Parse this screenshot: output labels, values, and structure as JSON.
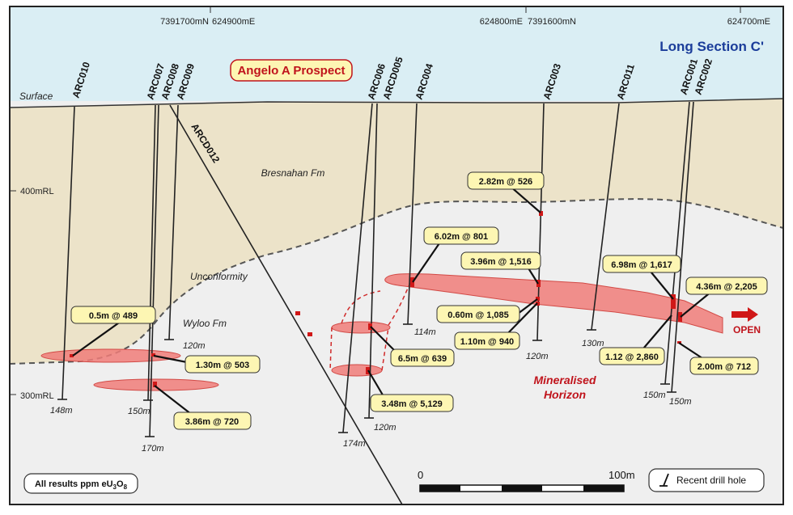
{
  "header": {
    "coords": [
      {
        "text": "7391700mN"
      },
      {
        "text": "624900mE"
      },
      {
        "text": "624800mE"
      },
      {
        "text": "7391600mN"
      },
      {
        "text": "624700mE"
      }
    ],
    "section_title": "Long Section C'",
    "prospect": "Angelo A Prospect"
  },
  "levels": {
    "surface": "Surface",
    "rl_400": "400mRL",
    "rl_300": "300mRL"
  },
  "formations": {
    "bresnahan": "Bresnahan Fm",
    "unconformity": "Unconformity",
    "wyloo": "Wyloo Fm",
    "mineralised_1": "Mineralised",
    "mineralised_2": "Horizon"
  },
  "holes": [
    {
      "id": "ARC010",
      "depth": "148m"
    },
    {
      "id": "ARC007",
      "depth": "150m"
    },
    {
      "id": "ARC008",
      "depth": "170m"
    },
    {
      "id": "ARC009",
      "depth": "120m"
    },
    {
      "id": "ARCD012",
      "depth": ""
    },
    {
      "id": "ARC006",
      "depth": "174m"
    },
    {
      "id": "ARCD005",
      "depth": "120m"
    },
    {
      "id": "ARC004",
      "depth": "114m"
    },
    {
      "id": "ARC003",
      "depth": "120m"
    },
    {
      "id": "ARC011",
      "depth": "130m"
    },
    {
      "id": "ARC001",
      "depth": "150m"
    },
    {
      "id": "ARC002",
      "depth": "150m"
    }
  ],
  "intercepts": [
    {
      "text": "0.5m @ 489"
    },
    {
      "text": "1.30m @ 503"
    },
    {
      "text": "3.86m @ 720"
    },
    {
      "text": "6.02m @ 801"
    },
    {
      "text": "6.5m @ 639"
    },
    {
      "text": "3.48m @ 5,129"
    },
    {
      "text": "2.82m @ 526"
    },
    {
      "text": "3.96m @ 1,516"
    },
    {
      "text": "0.60m @ 1,085"
    },
    {
      "text": "1.10m @ 940"
    },
    {
      "text": "6.98m @ 1,617"
    },
    {
      "text": "4.36m @ 2,205"
    },
    {
      "text": "1.12 @ 2,860"
    },
    {
      "text": "2.00m @ 712"
    }
  ],
  "open_label": "OPEN",
  "footer": {
    "units_prefix": "All results ppm eU",
    "units_sub1": "3",
    "units_mid": "O",
    "units_sub2": "8",
    "scale_start": "0",
    "scale_end": "100m",
    "legend": "Recent drill hole"
  },
  "colors": {
    "sky": "#daeef4",
    "sediment": "#ece3c9",
    "basement": "#efefef",
    "lens": "#f07d79",
    "label_fill": "#fdf6b3",
    "prospect_red": "#c0141c",
    "title_blue": "#1b3d9a"
  }
}
